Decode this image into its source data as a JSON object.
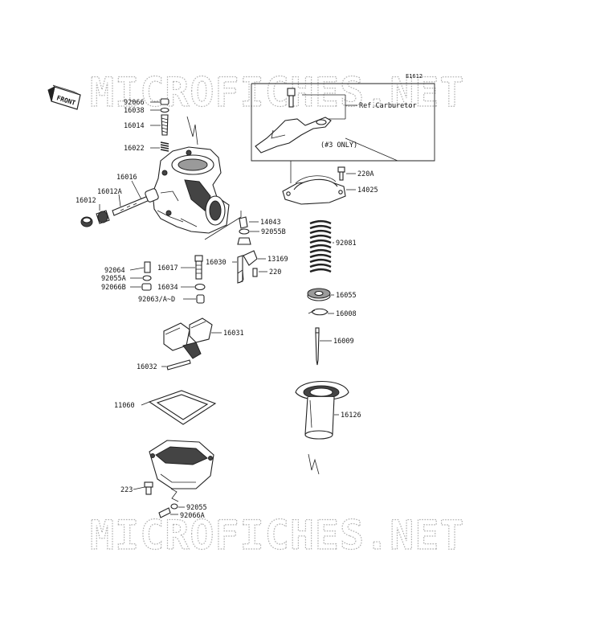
{
  "diagram_code": "E1612",
  "watermark": "MICROFICHES.NET",
  "front_label": "FRONT",
  "ref_label": "Ref.Carburetor",
  "note_label": "(#3 ONLY)",
  "parts": {
    "p92066": "92066",
    "p16038": "16038",
    "p16014": "16014",
    "p16022": "16022",
    "p16016": "16016",
    "p16012A": "16012A",
    "p16012": "16012",
    "p220A": "220A",
    "p14025": "14025",
    "p14043": "14043",
    "p92055B": "92055B",
    "p92081": "92081",
    "p92064": "92064",
    "p16017": "16017",
    "p16030": "16030",
    "p13169": "13169",
    "p220": "220",
    "p92055A": "92055A",
    "p92066B": "92066B",
    "p16034": "16034",
    "p92063": "92063/A~D",
    "p16055": "16055",
    "p16008": "16008",
    "p16031": "16031",
    "p16009": "16009",
    "p16032": "16032",
    "p11060": "11060",
    "p16126": "16126",
    "p223": "223",
    "p92055": "92055",
    "p92066A": "92066A"
  }
}
